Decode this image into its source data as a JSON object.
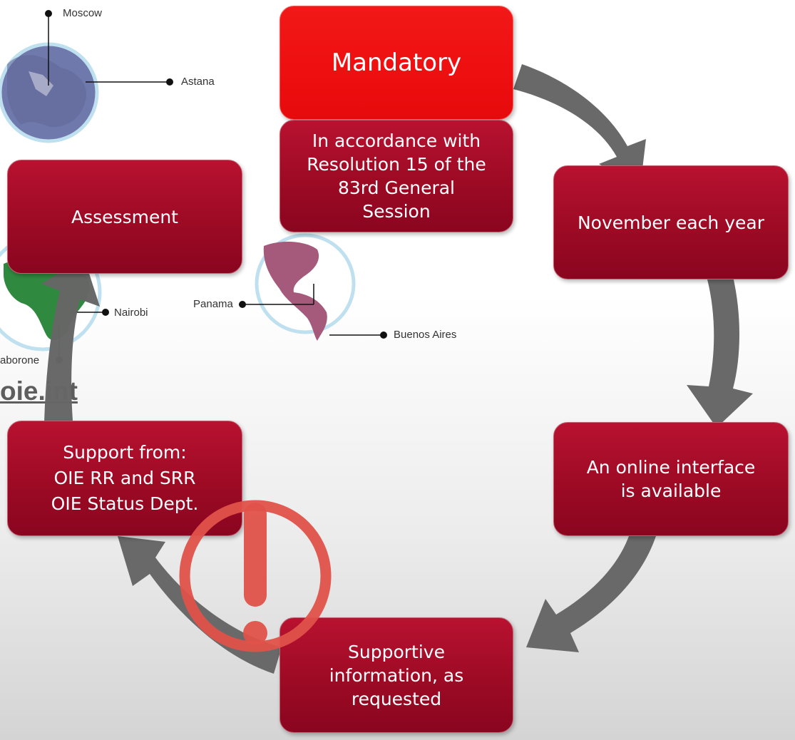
{
  "cycle": {
    "mandatory": "Mandatory",
    "resolution": [
      "In accordance with",
      "Resolution 15 of the",
      "83rd General",
      "Session"
    ],
    "november": "November each year",
    "online": [
      "An online interface",
      "is available"
    ],
    "supportive": [
      "Supportive",
      "information, as",
      "requested"
    ],
    "support": [
      "Support from:",
      "OIE RR and SRR",
      "OIE Status Dept."
    ],
    "assessment": "Assessment"
  },
  "map": {
    "cities": {
      "moscow": "Moscow",
      "astana": "Astana",
      "panama": "Panama",
      "buenos_aires": "Buenos Aires",
      "nairobi": "Nairobi",
      "gaborone": "aborone"
    },
    "link": "oie.int"
  },
  "colors": {
    "box_red": "#9d0a24",
    "mandatory_red": "#ef1111",
    "arrow_gray": "#666666",
    "warning": "#e0524a",
    "globe_blue": "#6f79a8",
    "globe_purple": "#a55a7c",
    "globe_green": "#2f8a3f"
  },
  "icons": [
    "warning-icon",
    "globe-icon",
    "cycle-arrow-icon"
  ]
}
